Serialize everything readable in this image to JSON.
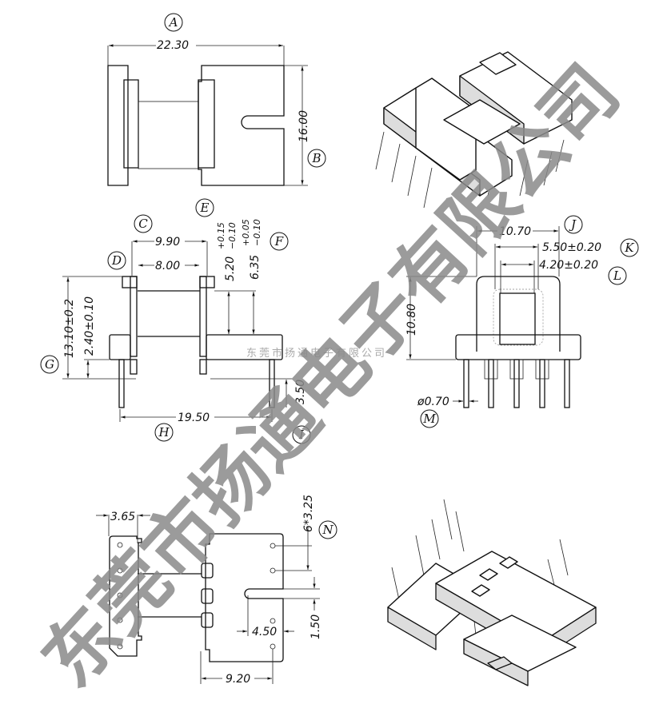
{
  "drawing": {
    "labels": {
      "A": "A",
      "B": "B",
      "C": "C",
      "D": "D",
      "E": "E",
      "F": "F",
      "G": "G",
      "H": "H",
      "I": "I",
      "J": "J",
      "K": "K",
      "L": "L",
      "M": "M",
      "N": "N"
    },
    "top_view": {
      "width": "22.30",
      "height": "16.00"
    },
    "front_view": {
      "flange_outer": "9.90",
      "flange_inner": "8.00",
      "dim_e_main": "5.20",
      "dim_e_tol_plus": "+0.15",
      "dim_e_tol_minus": "−0.10",
      "dim_f_main": "6.35",
      "dim_f_tol_plus": "+0.05",
      "dim_f_tol_minus": "−0.10",
      "total_height": "13.10±0.2",
      "base_height": "2.40±0.10",
      "pin_span": "19.50",
      "pin_length": "3.50"
    },
    "side_view": {
      "width": "10.70",
      "window_outer": "5.50±0.20",
      "window_inner": "4.20±0.20",
      "height": "10.80",
      "pin_diameter": "ø0.70"
    },
    "bottom_view": {
      "left_width": "3.65",
      "pin_pitch": "6*3.25",
      "slot_depth": "4.50",
      "slot_width": "1.50",
      "pin_row_offset": "9.20"
    }
  },
  "watermark": {
    "large": "东莞市扬通电子有限公司",
    "small": "东莞市扬通电子有限公司"
  }
}
